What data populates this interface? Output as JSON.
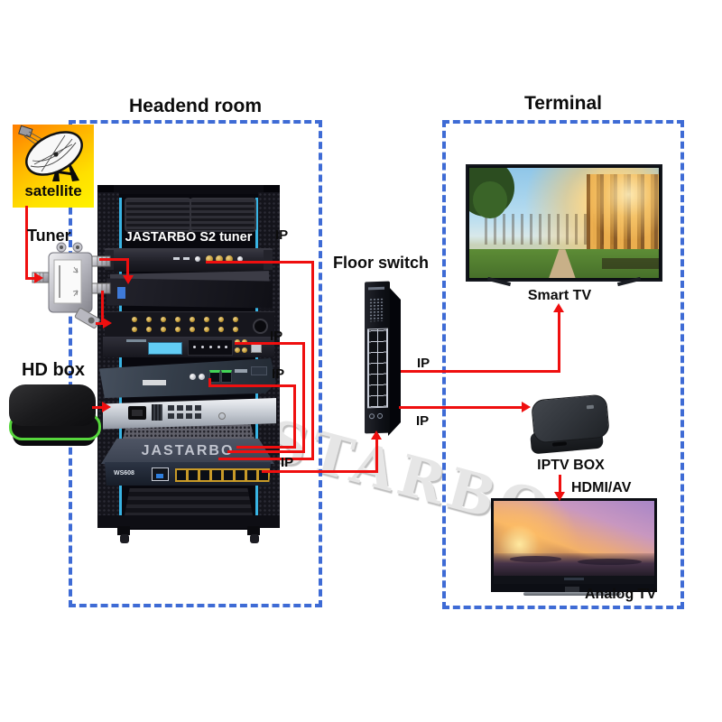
{
  "titles": {
    "headend": "Headend room",
    "terminal": "Terminal"
  },
  "labels": {
    "satellite": "satellite",
    "tuner": "Tuner",
    "hd_box": "HD box",
    "floor_switch": "Floor switch",
    "smart_tv": "Smart TV",
    "iptv_box": "IPTV BOX",
    "hdmi_av": "HDMI/AV",
    "analog_tv": "Analog TV",
    "ip": "IP"
  },
  "rack": {
    "s2_tuner_label": "JASTARBO S2 tuner",
    "switch_brand": "JASTARBO",
    "switch_model": "WS608"
  },
  "watermark": "JASTARBO",
  "colors": {
    "line_red": "#ef0f0f",
    "dashed_border_blue": "#3e6bd5",
    "rack_accent_blue": "#38b4e4",
    "satellite_bg_top": "#ff8a00",
    "satellite_bg_bottom": "#ffee3c",
    "hd_box_green": "#56d63c",
    "lcd_blue": "#62ccf4",
    "port_gold": "#c89a28"
  }
}
